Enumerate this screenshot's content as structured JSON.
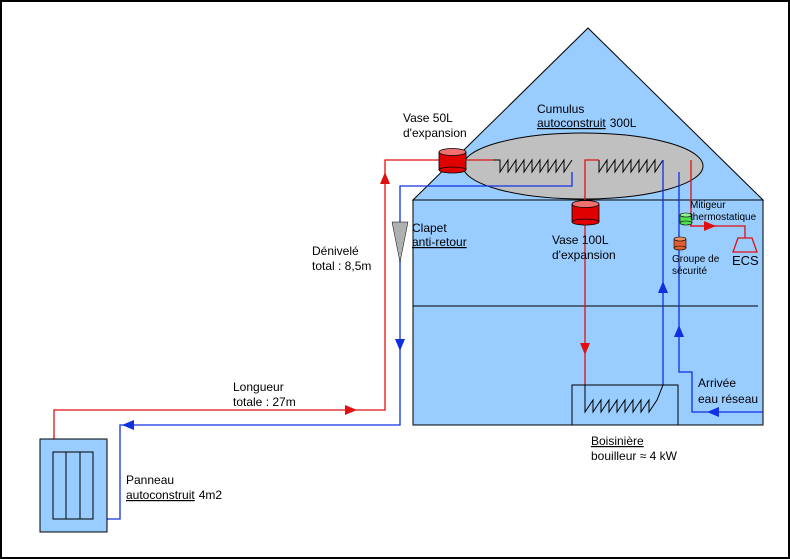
{
  "diagram": {
    "title": "Chauffe-eau solaire autoconstruit",
    "colors": {
      "hot_pipe": "#e01010",
      "cold_pipe": "#1030e0",
      "house_fill": "#99ccff",
      "tank_fill": "#c0c0c0",
      "vessel_red": "#e00000",
      "vessel_top": "#f07070",
      "mixer_green": "#50e050",
      "safety_orange": "#e06030",
      "check_valve": "#b0b0b0"
    },
    "labels": {
      "cumulus": [
        "Cumulus",
        "autoconstruit",
        "300L"
      ],
      "vase50": [
        "Vase 50L",
        "d'expansion"
      ],
      "vase100": [
        "Vase 100L",
        "d'expansion"
      ],
      "clapet": [
        "Clapet",
        "anti-retour"
      ],
      "denivele": [
        "Dénivelé",
        "total : 8,5m"
      ],
      "longueur": [
        "Longueur",
        "totale : 27m"
      ],
      "panneau": [
        "Panneau",
        "autoconstruit",
        "4m2"
      ],
      "mitigeur": [
        "Mitigeur",
        "thermostatique"
      ],
      "groupe": [
        "Groupe de",
        "sécurité"
      ],
      "ecs": "ECS",
      "arrivee": [
        "Arrivée",
        "eau réseau"
      ],
      "boisiniere": [
        "Boisinière",
        "bouilleur ≈ 4 kW"
      ]
    }
  }
}
